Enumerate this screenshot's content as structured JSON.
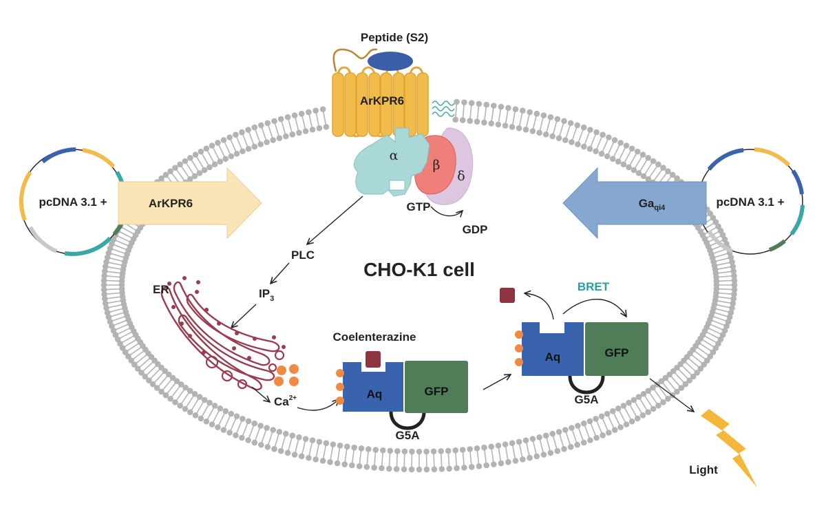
{
  "title": "CHO-K1 cell",
  "receptor": {
    "name": "ArKPR6",
    "ligand": "Peptide (S2)"
  },
  "g_protein": {
    "alpha": "α",
    "beta": "β",
    "delta": "δ",
    "gtp": "GTP",
    "gdp": "GDP"
  },
  "plasmid_left": {
    "vector": "pcDNA 3.1 +",
    "insert": "ArKPR6"
  },
  "plasmid_right": {
    "vector": "pcDNA 3.1 +",
    "insert_main": "Ga",
    "insert_sub": "qi4"
  },
  "pathway": {
    "plc": "PLC",
    "ip3_main": "IP",
    "ip3_sub": "3",
    "er": "ER",
    "ca_main": "Ca",
    "ca_sup": "2+"
  },
  "sensor_left": {
    "substrate": "Coelenterazine",
    "aq": "Aq",
    "gfp": "GFP",
    "linker": "G5A"
  },
  "sensor_right": {
    "aq": "Aq",
    "gfp": "GFP",
    "linker": "G5A",
    "bret": "BRET"
  },
  "output": {
    "light": "Light"
  },
  "colors": {
    "membrane": "#b3b3b3",
    "receptor": "#f2bc4c",
    "ligand": "#3b5ea6",
    "alpha": "#a9d8d7",
    "beta": "#ef7f78",
    "delta": "#dcc6e0",
    "plasmid_left_arrow": "#fbe5b6",
    "plasmid_right_arrow": "#86a7cf",
    "er": "#9a3b4e",
    "calcium": "#ef8a45",
    "aequorin": "#3a63ad",
    "gfp": "#4f7d58",
    "coelenterazine": "#8e3340",
    "bret": "#2f9c9d",
    "light": "#f4b73b"
  }
}
